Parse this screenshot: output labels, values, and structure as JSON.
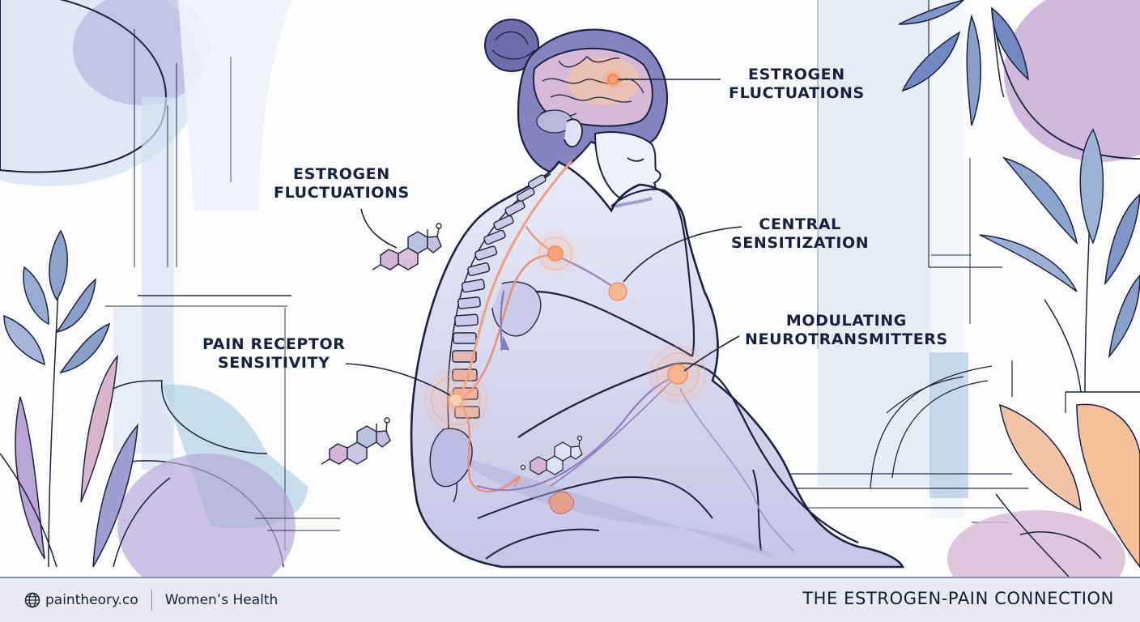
{
  "illustration": {
    "subject": "seated woman with visible brain, spine and nerve pathways",
    "callouts": [
      {
        "id": "estrogen-fluctuations-brain",
        "line1": "ESTROGEN",
        "line2": "FLUCTUATIONS"
      },
      {
        "id": "estrogen-fluctuations-left",
        "line1": "ESTROGEN",
        "line2": "FLUCTUATIONS"
      },
      {
        "id": "central-sensitization",
        "line1": "CENTRAL",
        "line2": "SENSITIZATION"
      },
      {
        "id": "pain-receptor-sensitivity",
        "line1": "PAIN RECEPTOR",
        "line2": "SENSITIVITY"
      },
      {
        "id": "modulating-neurotransmitters",
        "line1": "MODULATING",
        "line2": "NEUROTRANSMITTERS"
      }
    ],
    "icons": [
      "estrogen-molecule-icon",
      "pain-hotspot-icon",
      "nerve-arrow-icon"
    ]
  },
  "footer": {
    "site": "paintheory.co",
    "category": "Women’s Health",
    "title": "THE ESTROGEN-PAIN CONNECTION",
    "icon": "globe-icon"
  },
  "colors": {
    "ink": "#18203f",
    "lavender": "#8a86c4",
    "blue_wash": "#c9d8ea",
    "purple_wash": "#b79ccc",
    "pain_orange": "#f59a6e",
    "footer_bg": "#e9e9f3"
  }
}
